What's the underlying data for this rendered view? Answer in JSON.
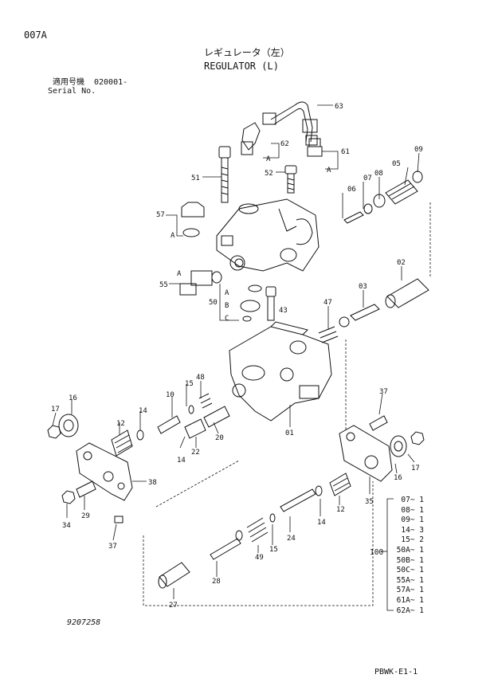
{
  "header": {
    "page_code": "007A",
    "title_ja": "レギュレータ（左）",
    "title_en": "REGULATOR (L)",
    "serial_label_ja": "適用号機",
    "serial_value": "020001-",
    "serial_label_en": "Serial No."
  },
  "footer": {
    "drawing_number": "9207258",
    "page_ref": "PBWK-E1-1"
  },
  "kit": {
    "number": "100",
    "items": [
      "07~ 1",
      "08~ 1",
      "09~ 1",
      "14~ 3",
      "15~ 2",
      "50A~ 1",
      "50B~ 1",
      "50C~ 1",
      "55A~ 1",
      "57A~ 1",
      "61A~ 1",
      "62A~ 1"
    ]
  },
  "callouts": [
    "63",
    "62",
    "61",
    "09",
    "08",
    "07",
    "05",
    "06",
    "51",
    "52",
    "57",
    "02",
    "55",
    "50",
    "43",
    "03",
    "47",
    "01",
    "48",
    "10",
    "15",
    "37",
    "16",
    "17",
    "12",
    "14",
    "22",
    "20",
    "38",
    "29",
    "34",
    "24",
    "49",
    "27",
    "28",
    "35",
    "A",
    "B",
    "C"
  ]
}
